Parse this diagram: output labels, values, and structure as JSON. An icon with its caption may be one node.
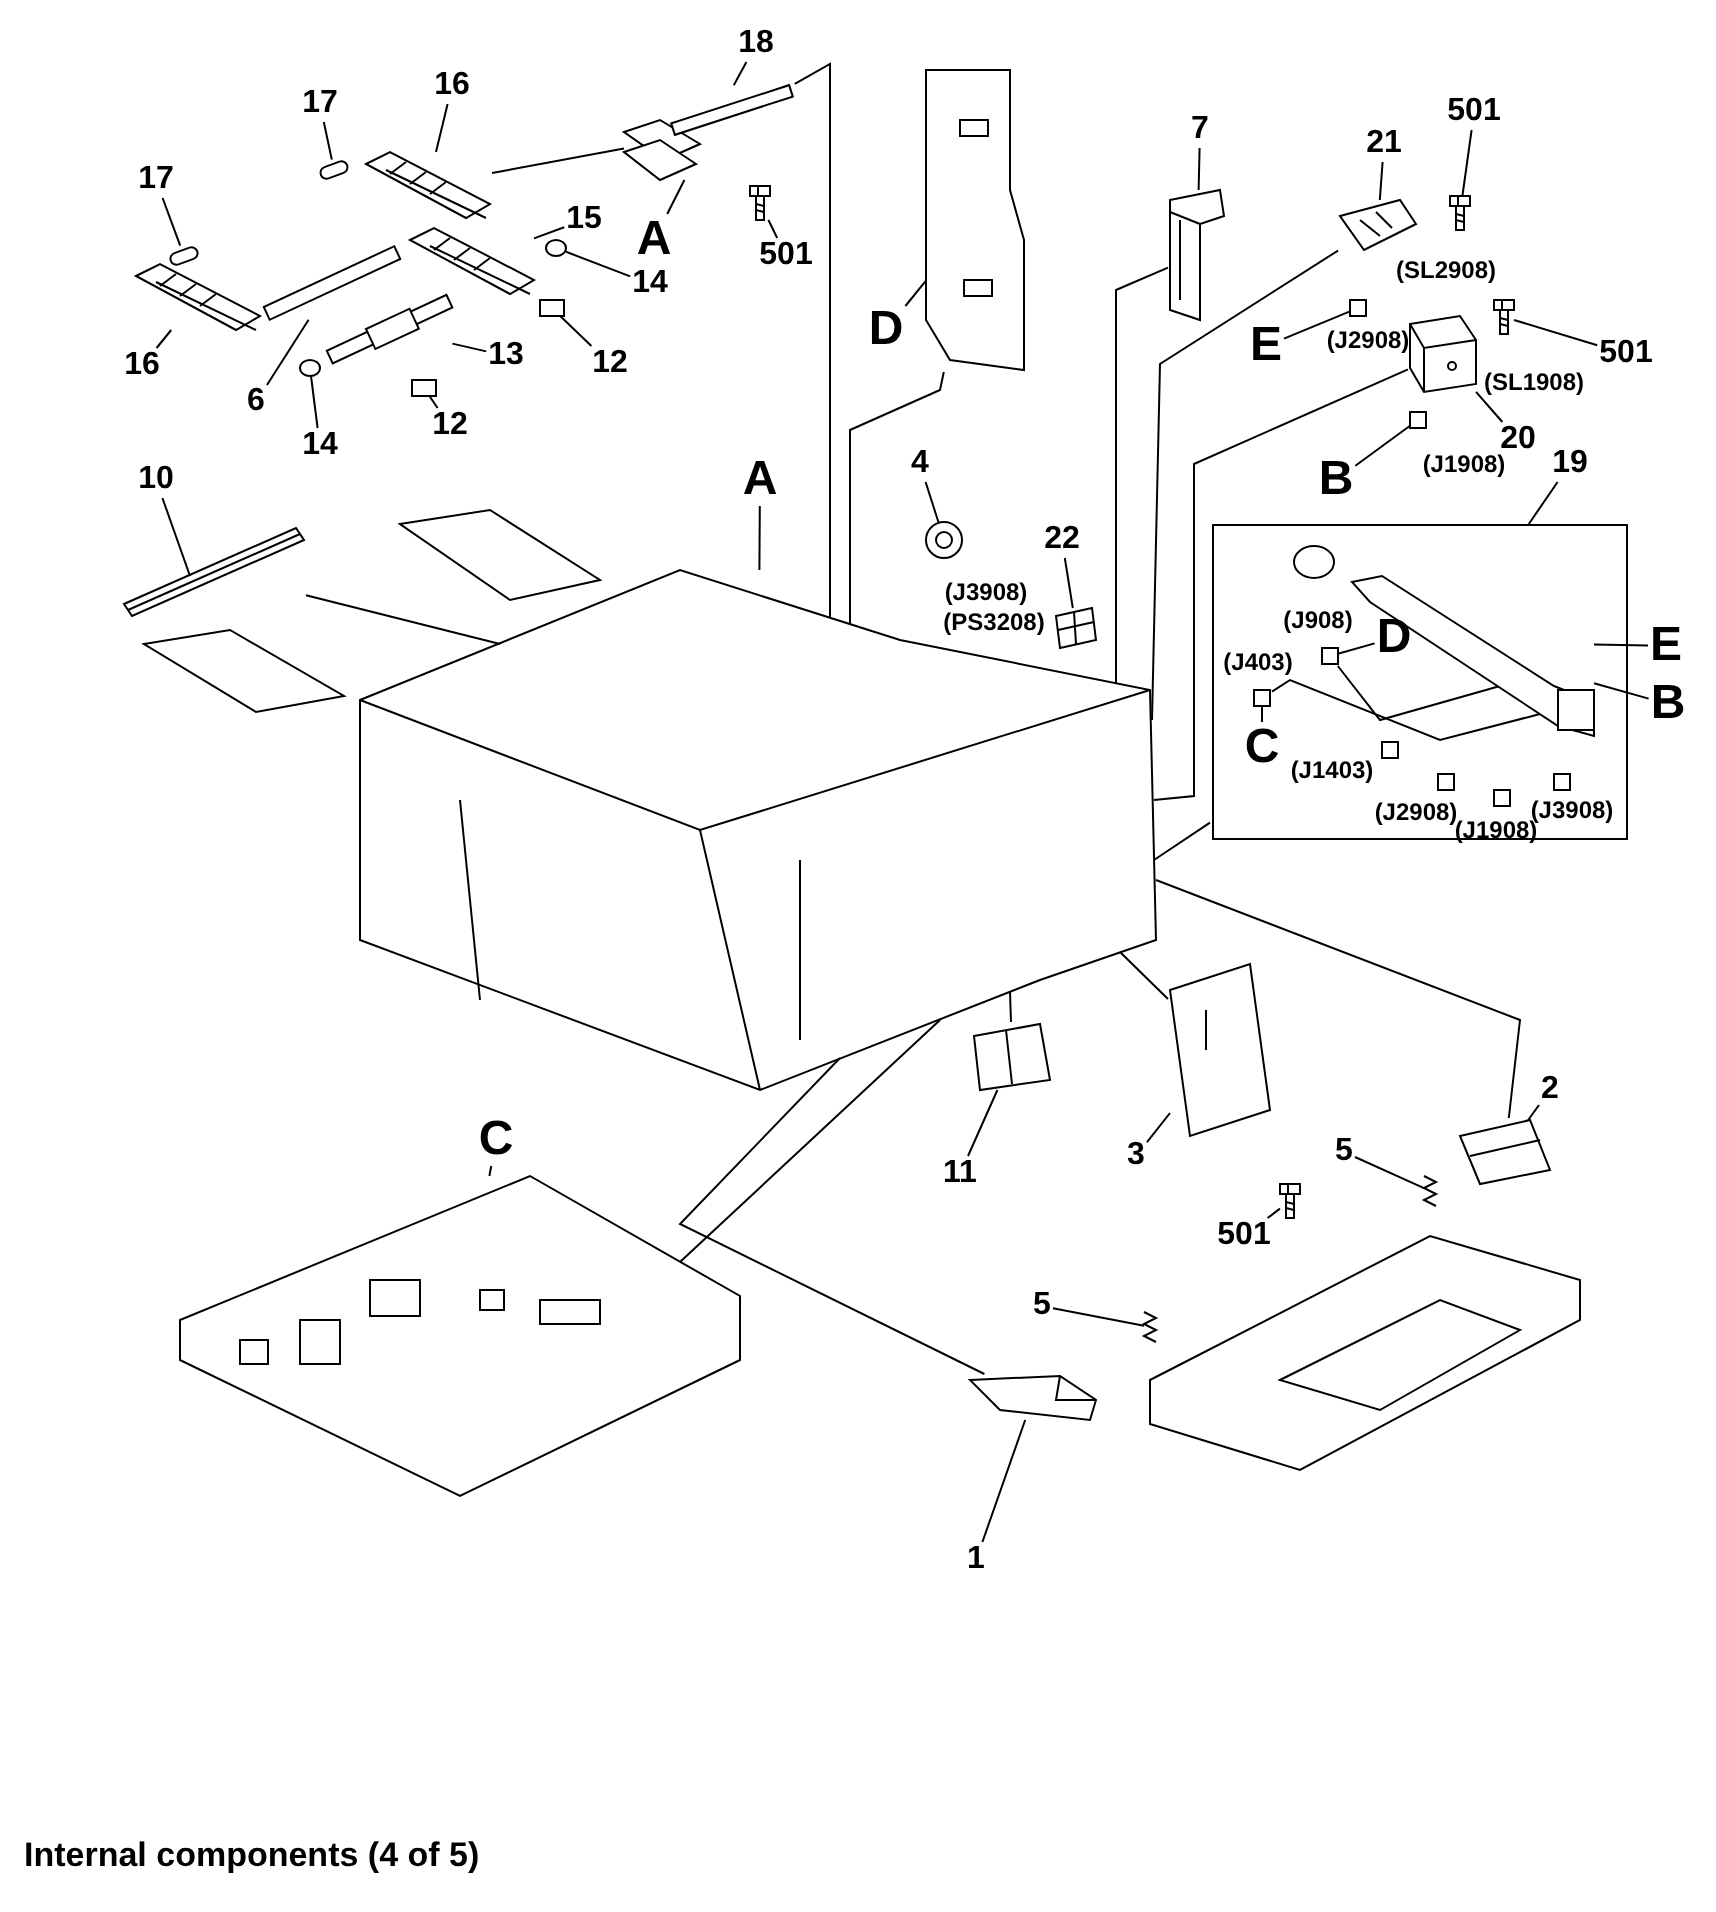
{
  "diagram": {
    "caption": "Internal components (4 of 5)",
    "nodes": [
      {
        "text": [
          "18"
        ]
      },
      {
        "text": [
          "17"
        ]
      },
      {
        "text": [
          "16"
        ]
      },
      {
        "text": [
          "17"
        ]
      },
      {
        "text": [
          "501"
        ]
      },
      {
        "text": [
          "A"
        ]
      },
      {
        "text": [
          "15"
        ]
      },
      {
        "text": [
          "14"
        ]
      },
      {
        "text": [
          "16"
        ]
      },
      {
        "text": [
          "6"
        ]
      },
      {
        "text": [
          "13"
        ]
      },
      {
        "text": [
          "12"
        ]
      },
      {
        "text": [
          "14"
        ]
      },
      {
        "text": [
          "12"
        ]
      },
      {
        "text": [
          "7"
        ]
      },
      {
        "text": [
          "501"
        ]
      },
      {
        "text": [
          "21"
        ]
      },
      {
        "text": [
          "D"
        ]
      },
      {
        "text": [
          "E"
        ]
      },
      {
        "text": [
          "501"
        ]
      },
      {
        "text": [
          "20"
        ]
      },
      {
        "text": [
          "B"
        ]
      },
      {
        "text": [
          "A"
        ]
      },
      {
        "text": [
          "10"
        ]
      },
      {
        "text": [
          "4"
        ]
      },
      {
        "text": [
          "22"
        ]
      },
      {
        "text": [
          "19"
        ]
      },
      {
        "text": [],
        "shape": "box"
      },
      {
        "text": [
          "D"
        ],
        "in": 27
      },
      {
        "text": [
          "C"
        ],
        "in": 27
      },
      {
        "text": [
          "E"
        ]
      },
      {
        "text": [
          "B"
        ]
      },
      {
        "text": [
          "C"
        ]
      },
      {
        "text": [
          "11"
        ]
      },
      {
        "text": [
          "3"
        ]
      },
      {
        "text": [
          "501"
        ]
      },
      {
        "text": [
          "2"
        ]
      },
      {
        "text": [
          "5"
        ]
      },
      {
        "text": [
          "5"
        ]
      },
      {
        "text": [
          "1"
        ]
      },
      {
        "text": [],
        "shape": "picture"
      },
      {
        "text": [],
        "shape": "box"
      },
      {
        "text": [],
        "shape": "picture"
      },
      {
        "text": [],
        "shape": "box"
      },
      {
        "text": [],
        "shape": "picture"
      },
      {
        "text": [],
        "shape": "picture"
      },
      {
        "text": [],
        "shape": "circle"
      },
      {
        "text": [],
        "shape": "picture"
      },
      {
        "text": [],
        "shape": "box"
      },
      {
        "text": [],
        "shape": "picture"
      },
      {
        "text": [],
        "shape": "box"
      },
      {
        "text": [],
        "shape": "circle"
      },
      {
        "text": [],
        "shape": "box"
      },
      {
        "text": [],
        "shape": "picture"
      },
      {
        "text": [],
        "shape": "picture"
      },
      {
        "text": [],
        "shape": "picture"
      },
      {
        "text": [],
        "shape": "picture"
      },
      {
        "text": [],
        "shape": "box"
      },
      {
        "text": [],
        "shape": "picture"
      },
      {
        "text": [],
        "shape": "picture"
      },
      {
        "text": [],
        "shape": "box"
      },
      {
        "text": [],
        "shape": "picture"
      },
      {
        "text": [],
        "shape": "picture"
      },
      {
        "text": [],
        "shape": "picture"
      },
      {
        "text": [],
        "shape": "picture"
      },
      {
        "text": [],
        "shape": "picture",
        "in": 27
      },
      {
        "text": [],
        "shape": "box",
        "in": 27
      },
      {
        "text": [],
        "shape": "box",
        "in": 27
      },
      {
        "text": [],
        "shape": "picture"
      },
      {
        "text": [],
        "shape": "picture"
      },
      {
        "text": [],
        "shape": "picture"
      },
      {
        "text": [],
        "shape": "picture"
      },
      {
        "text": [],
        "shape": "picture"
      },
      {
        "text": [],
        "shape": "picture"
      },
      {
        "text": [],
        "shape": "picture"
      },
      {
        "text": [],
        "shape": "picture"
      }
    ],
    "edges": [
      {
        "from": 0,
        "to": 40,
        "arrow": "none"
      },
      {
        "from": 1,
        "to": 41,
        "arrow": "none"
      },
      {
        "from": 2,
        "to": 42,
        "arrow": "none"
      },
      {
        "from": 3,
        "to": 43,
        "arrow": "none"
      },
      {
        "from": 4,
        "to": 44,
        "arrow": "none"
      },
      {
        "from": 5,
        "to": 40,
        "arrow": "none"
      },
      {
        "from": 6,
        "to": 45,
        "arrow": "none"
      },
      {
        "from": 7,
        "to": 46,
        "arrow": "none"
      },
      {
        "from": 8,
        "to": 47,
        "arrow": "none"
      },
      {
        "from": 9,
        "to": 48,
        "arrow": "none"
      },
      {
        "from": 10,
        "to": 49,
        "arrow": "none"
      },
      {
        "from": 11,
        "to": 50,
        "arrow": "none"
      },
      {
        "from": 12,
        "to": 51,
        "arrow": "none"
      },
      {
        "from": 13,
        "to": 52,
        "arrow": "none"
      },
      {
        "from": 14,
        "to": 53,
        "arrow": "none"
      },
      {
        "from": 15,
        "to": 54,
        "arrow": "none"
      },
      {
        "from": 16,
        "to": 55,
        "arrow": "none"
      },
      {
        "from": 17,
        "to": 56,
        "arrow": "none"
      },
      {
        "from": 18,
        "to": 57,
        "arrow": "none"
      },
      {
        "from": 19,
        "to": 58,
        "arrow": "none"
      },
      {
        "from": 20,
        "to": 59,
        "arrow": "none"
      },
      {
        "from": 21,
        "to": 60,
        "arrow": "none"
      },
      {
        "from": 22,
        "to": 61,
        "arrow": "none"
      },
      {
        "from": 23,
        "to": 62,
        "arrow": "none"
      },
      {
        "from": 24,
        "to": 63,
        "arrow": "none"
      },
      {
        "from": 25,
        "to": 64,
        "arrow": "none"
      },
      {
        "from": 26,
        "to": 27,
        "arrow": "none"
      },
      {
        "from": 28,
        "to": 66,
        "arrow": "none"
      },
      {
        "from": 29,
        "to": 67,
        "arrow": "none"
      },
      {
        "from": 30,
        "to": 65,
        "arrow": "none"
      },
      {
        "from": 31,
        "to": 65,
        "arrow": "none"
      },
      {
        "from": 32,
        "to": 68,
        "arrow": "none"
      },
      {
        "from": 33,
        "to": 69,
        "arrow": "none"
      },
      {
        "from": 34,
        "to": 70,
        "arrow": "none"
      },
      {
        "from": 35,
        "to": 71,
        "arrow": "none"
      },
      {
        "from": 36,
        "to": 72,
        "arrow": "none"
      },
      {
        "from": 37,
        "to": 73,
        "arrow": "none"
      },
      {
        "from": 38,
        "to": 74,
        "arrow": "none"
      },
      {
        "from": 39,
        "to": 75,
        "arrow": "none"
      },
      {
        "from": 42,
        "to": 40,
        "arrow": "none"
      },
      {
        "from": 40,
        "to": 61,
        "arrow": "none"
      },
      {
        "from": 56,
        "to": 61,
        "arrow": "none"
      },
      {
        "from": 53,
        "to": 61,
        "arrow": "none"
      },
      {
        "from": 55,
        "to": 61,
        "arrow": "none"
      },
      {
        "from": 59,
        "to": 61,
        "arrow": "none"
      },
      {
        "from": 27,
        "to": 61,
        "arrow": "none"
      },
      {
        "from": 62,
        "to": 61,
        "arrow": "none"
      },
      {
        "from": 68,
        "to": 61,
        "arrow": "none"
      },
      {
        "from": 75,
        "to": 61,
        "arrow": "none"
      },
      {
        "from": 69,
        "to": 61,
        "arrow": "none"
      },
      {
        "from": 70,
        "to": 61,
        "arrow": "none"
      },
      {
        "from": 72,
        "to": 61,
        "arrow": "none"
      },
      {
        "from": 66,
        "to": 65,
        "arrow": "none"
      },
      {
        "from": 67,
        "to": 65,
        "arrow": "none"
      }
    ],
    "labels": [
      "(SL2908)",
      "(J2908)",
      "(SL1908)",
      "(J1908)",
      "(J3908)",
      "(PS3208)",
      "(J908)",
      "(J403)",
      "(J1403)",
      "(J2908)",
      "(J1908)",
      "(J3908)"
    ]
  }
}
